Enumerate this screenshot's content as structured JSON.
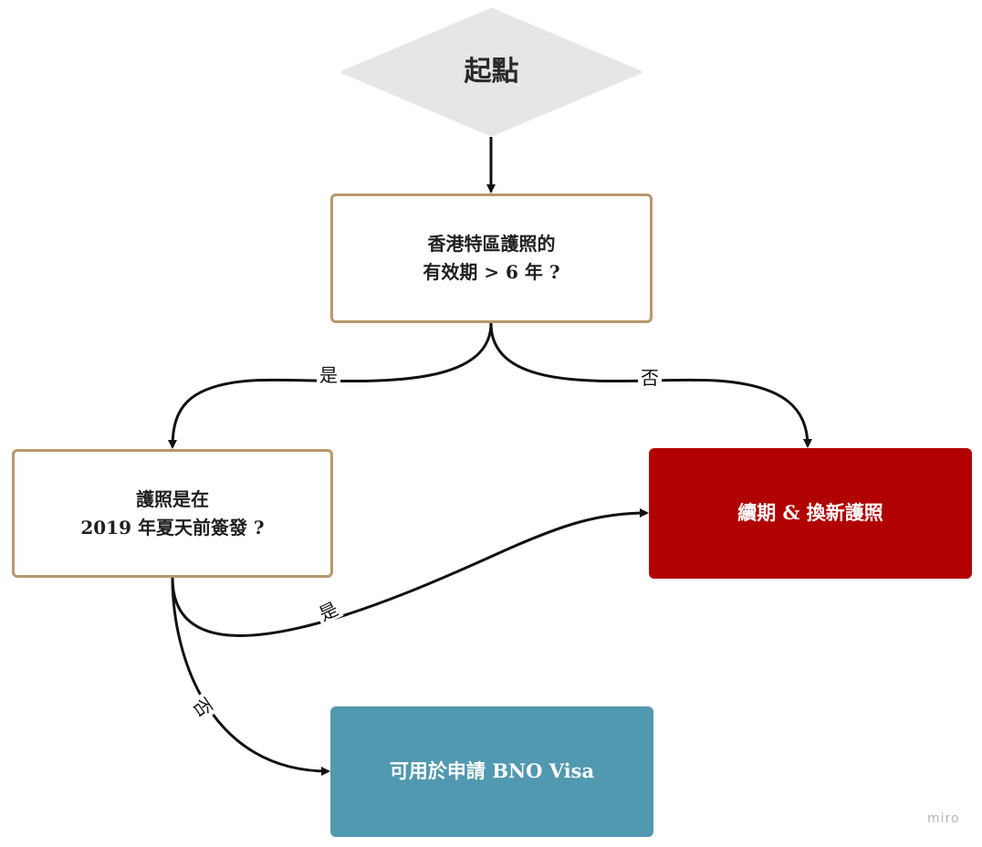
{
  "nodes": {
    "start": "起點",
    "q1": "香港特區護照的\n有效期 > 6 年 ?",
    "q2": "護照是在\n2019 年夏天前簽發 ?",
    "renew": "續期 & 換新護照",
    "bno": "可用於申請 BNO Visa"
  },
  "edges": {
    "q1_yes": "是",
    "q1_no": "否",
    "q2_yes": "是",
    "q2_no": "否"
  },
  "watermark": "miro",
  "colors": {
    "start_fill": "#e6e6e6",
    "question_border": "#b8976a",
    "renew_fill": "#b10000",
    "bno_fill": "#5199b0",
    "edge": "#111111"
  }
}
